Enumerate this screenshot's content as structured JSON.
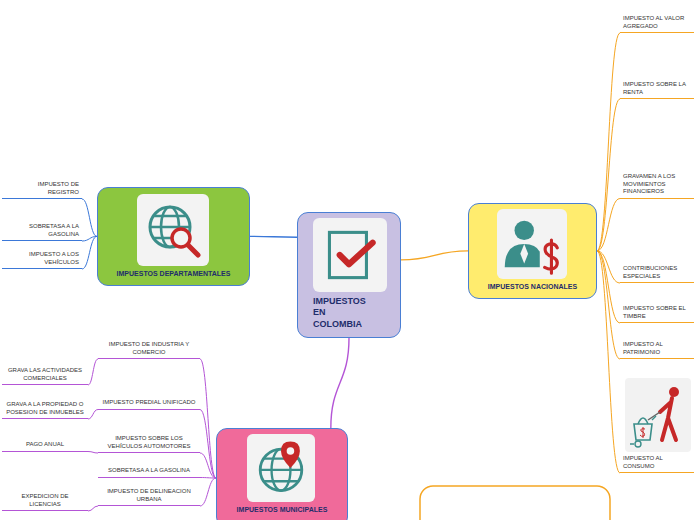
{
  "diagram": {
    "nodes": [
      {
        "text": [
          "IMPUESTOS EN COLOMBIA"
        ]
      },
      {
        "text": [
          "IMPUESTOS NACIONALES"
        ]
      },
      {
        "text": [
          "IMPUESTO AL VALOR AGREGADO"
        ]
      },
      {
        "text": [
          "IMPUESTO SOBRE LA RENTA"
        ]
      },
      {
        "text": [
          "GRAVAMEN A LOS MOVIMIENTOS FINANCIEROS"
        ]
      },
      {
        "text": [
          "CONTRIBUCIONES ESPECIALES"
        ]
      },
      {
        "text": [
          "IMPUESTO SOBRE EL TIMBRE"
        ]
      },
      {
        "text": [
          "IMPUESTO AL PATRIMONIO"
        ]
      },
      {
        "text": [
          "IMPUESTO AL CONSUMO"
        ]
      },
      {
        "text": [
          "IMPUESTOS DEPARTAMENTALES"
        ]
      },
      {
        "text": [
          "IMPUESTO DE REGISTRO"
        ]
      },
      {
        "text": [
          "SOBRETASA A LA GASOLINA"
        ]
      },
      {
        "text": [
          "IMPUESTO A LOS VEHÍCULOS"
        ]
      },
      {
        "text": [
          "IMPUESTOS MUNICIPALES"
        ]
      },
      {
        "text": [
          "IMPUESTO DE INDUSTRIA Y COMERCIO"
        ]
      },
      {
        "text": [
          "GRAVA LAS ACTIVIDADES COMERCIALES"
        ]
      },
      {
        "text": [
          "IMPUESTO PREDIAL UNIFICADO"
        ]
      },
      {
        "text": [
          "GRAVA A LA PROPIEDAD O POSESION DE INMUEBLES"
        ]
      },
      {
        "text": [
          "IMPUESTO SOBRE LOS VEHÍCULOS AUTOMOTORES"
        ]
      },
      {
        "text": [
          "PAGO ANUAL"
        ]
      },
      {
        "text": [
          "SOBRETASA A LA GASOLINA"
        ]
      },
      {
        "text": [
          "IMPUESTO DE DELINEACION URBANA"
        ]
      },
      {
        "text": [
          "EXPEDICION DE LICENCIAS"
        ]
      }
    ],
    "edges": [
      {
        "from": 0,
        "to": 1,
        "arrow": "none"
      },
      {
        "from": 0,
        "to": 9,
        "arrow": "none"
      },
      {
        "from": 0,
        "to": 13,
        "arrow": "none"
      },
      {
        "from": 1,
        "to": 2,
        "arrow": "none"
      },
      {
        "from": 1,
        "to": 3,
        "arrow": "none"
      },
      {
        "from": 1,
        "to": 4,
        "arrow": "none"
      },
      {
        "from": 1,
        "to": 5,
        "arrow": "none"
      },
      {
        "from": 1,
        "to": 6,
        "arrow": "none"
      },
      {
        "from": 1,
        "to": 7,
        "arrow": "none"
      },
      {
        "from": 1,
        "to": 8,
        "arrow": "none"
      },
      {
        "from": 9,
        "to": 10,
        "arrow": "none"
      },
      {
        "from": 9,
        "to": 11,
        "arrow": "none"
      },
      {
        "from": 9,
        "to": 12,
        "arrow": "none"
      },
      {
        "from": 13,
        "to": 14,
        "arrow": "none"
      },
      {
        "from": 13,
        "to": 16,
        "arrow": "none"
      },
      {
        "from": 13,
        "to": 18,
        "arrow": "none"
      },
      {
        "from": 13,
        "to": 20,
        "arrow": "none"
      },
      {
        "from": 13,
        "to": 21,
        "arrow": "none"
      },
      {
        "from": 14,
        "to": 15,
        "arrow": "none"
      },
      {
        "from": 16,
        "to": 17,
        "arrow": "none"
      },
      {
        "from": 18,
        "to": 19,
        "arrow": "none"
      },
      {
        "from": 21,
        "to": 22,
        "arrow": "none"
      }
    ]
  }
}
